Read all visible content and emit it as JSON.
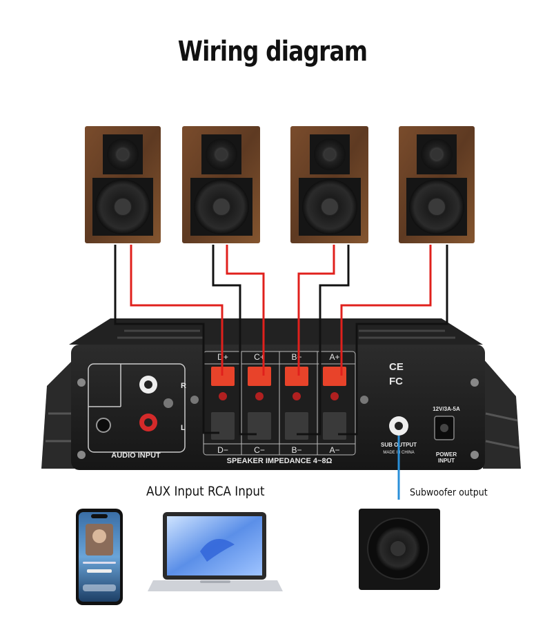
{
  "title": "Wiring diagram",
  "amp": {
    "channels": [
      "D+",
      "C+",
      "B+",
      "A+"
    ],
    "channels_neg": [
      "D−",
      "C−",
      "B−",
      "A−"
    ],
    "impedance": "SPEAKER IMPEDANCE 4~8Ω",
    "audio_input": "AUDIO INPUT",
    "r_label": "R",
    "l_label": "L",
    "sub_output": "SUB OUTPUT",
    "made_in": "MADE IN CHINA",
    "power_spec": "12V/3A-5A",
    "power_input_1": "POWER",
    "power_input_2": "INPUT",
    "ce": "CE",
    "fc": "FC"
  },
  "labels": {
    "aux": "AUX Input RCA Input",
    "sub": "Subwoofer output"
  },
  "colors": {
    "wire_red": "#e0201c",
    "wire_black": "#111111",
    "wire_blue": "#2a8fd8",
    "wood": "#6b4226",
    "terminal_red": "#e8432a"
  }
}
